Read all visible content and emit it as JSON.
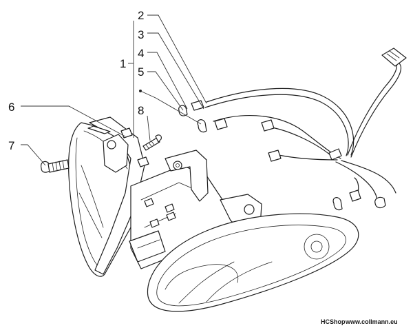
{
  "diagram": {
    "callouts": [
      {
        "id": "c1",
        "label": "1"
      },
      {
        "id": "c2",
        "label": "2"
      },
      {
        "id": "c3",
        "label": "3"
      },
      {
        "id": "c4",
        "label": "4"
      },
      {
        "id": "c5",
        "label": "5"
      },
      {
        "id": "c6",
        "label": "6"
      },
      {
        "id": "c7",
        "label": "7"
      },
      {
        "id": "c8",
        "label": "8"
      }
    ],
    "watermark": {
      "shop": "HCShop",
      "url": "www.collmann.eu"
    },
    "colors": {
      "line": "#1e1e1e",
      "background": "#ffffff"
    }
  }
}
